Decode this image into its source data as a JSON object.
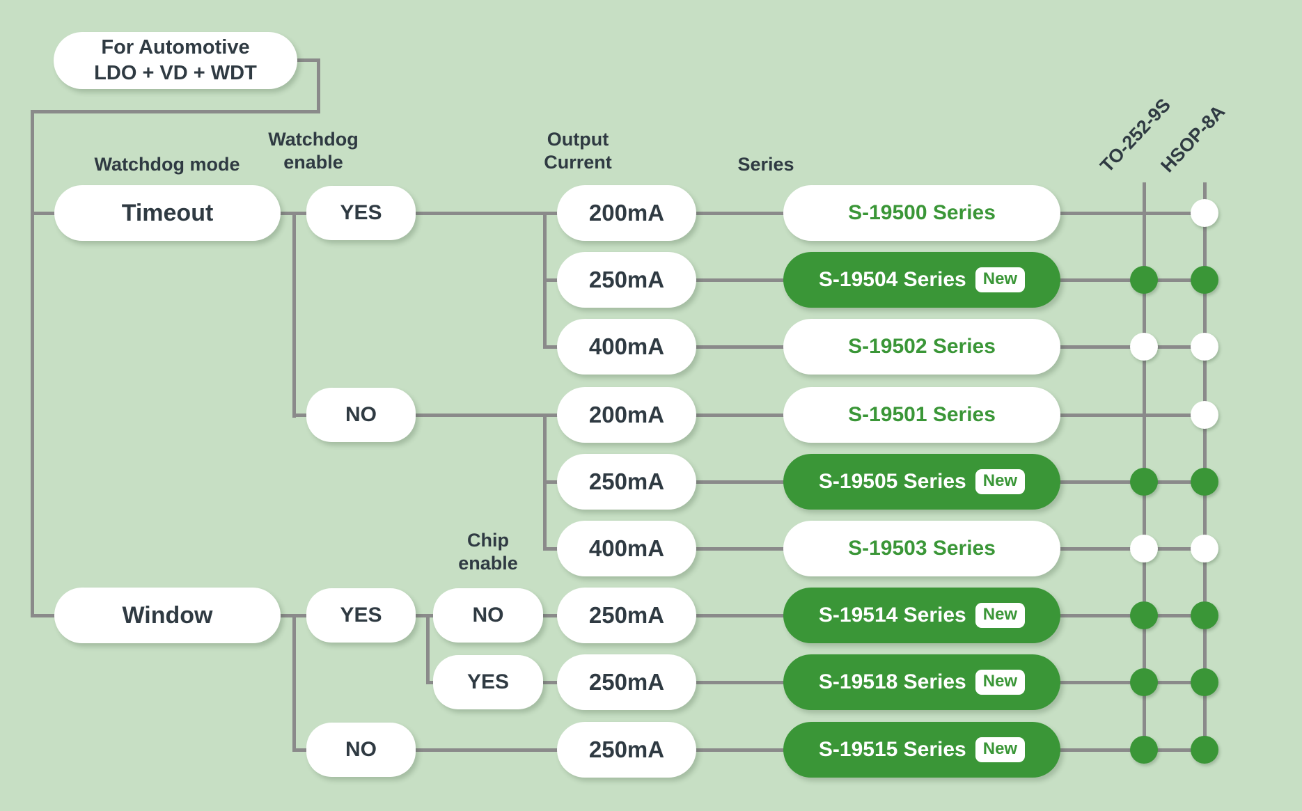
{
  "root_box": {
    "line1": "For Automotive",
    "line2": "LDO + VD + WDT"
  },
  "headers": {
    "watchdog_mode": "Watchdog mode",
    "watchdog_enable_line1": "Watchdog",
    "watchdog_enable_line2": "enable",
    "chip_enable_line1": "Chip",
    "chip_enable_line2": "enable",
    "output_current_line1": "Output",
    "output_current_line2": "Current",
    "series": "Series",
    "package_columns": [
      "TO-252-9S",
      "HSOP-8A"
    ]
  },
  "modes": {
    "timeout": "Timeout",
    "window": "Window"
  },
  "branch_labels": {
    "timeout_wd_yes": "YES",
    "timeout_wd_no": "NO",
    "window_wd_yes": "YES",
    "window_wd_no": "NO",
    "chip_no": "NO",
    "chip_yes": "YES"
  },
  "rows": [
    {
      "current": "200mA",
      "series": "S-19500 Series",
      "badge": "",
      "style": "white",
      "to_dot": "none",
      "hsop_dot": "white"
    },
    {
      "current": "250mA",
      "series": "S-19504 Series",
      "badge": "New",
      "style": "green",
      "to_dot": "green",
      "hsop_dot": "green"
    },
    {
      "current": "400mA",
      "series": "S-19502 Series",
      "badge": "",
      "style": "white",
      "to_dot": "white",
      "hsop_dot": "white"
    },
    {
      "current": "200mA",
      "series": "S-19501 Series",
      "badge": "",
      "style": "white",
      "to_dot": "none",
      "hsop_dot": "white"
    },
    {
      "current": "250mA",
      "series": "S-19505 Series",
      "badge": "New",
      "style": "green",
      "to_dot": "green",
      "hsop_dot": "green"
    },
    {
      "current": "400mA",
      "series": "S-19503 Series",
      "badge": "",
      "style": "white",
      "to_dot": "white",
      "hsop_dot": "white"
    },
    {
      "current": "250mA",
      "series": "S-19514 Series",
      "badge": "New",
      "style": "green",
      "to_dot": "green",
      "hsop_dot": "green"
    },
    {
      "current": "250mA",
      "series": "S-19518 Series",
      "badge": "New",
      "style": "green",
      "to_dot": "green",
      "hsop_dot": "green"
    },
    {
      "current": "250mA",
      "series": "S-19515 Series",
      "badge": "New",
      "style": "green",
      "to_dot": "green",
      "hsop_dot": "green"
    }
  ],
  "colors": {
    "background": "#c7dfc4",
    "accent_green": "#3a9637",
    "line_grey": "#8a8a8a",
    "text_dark": "#2f3a42"
  }
}
